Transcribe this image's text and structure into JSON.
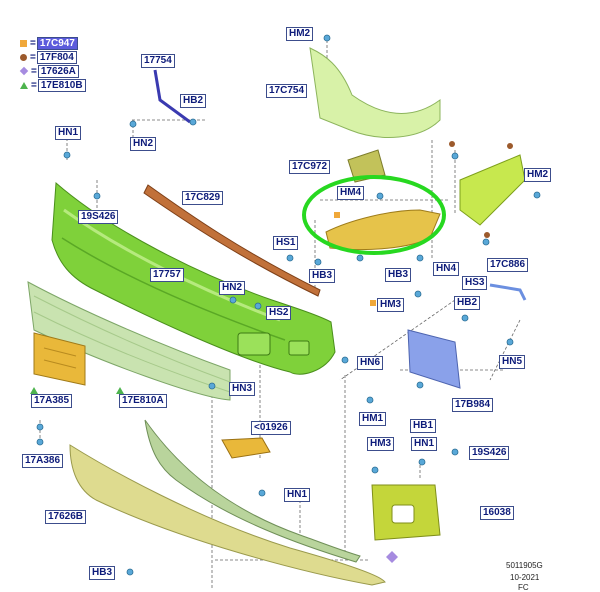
{
  "legend": [
    {
      "symbol": "square",
      "color": "#f0a83a",
      "label": "17C947",
      "selected": true
    },
    {
      "symbol": "circle",
      "color": "#9c5a2c",
      "label": "17F804",
      "selected": false
    },
    {
      "symbol": "diamond",
      "color": "#a68be0",
      "label": "17626A",
      "selected": false
    },
    {
      "symbol": "triangle",
      "color": "#4db34d",
      "label": "17E810B",
      "selected": false
    }
  ],
  "callouts": {
    "hm2_top": "HM2",
    "c17754": "17754",
    "hb2_left": "HB2",
    "hn2_left": "HN2",
    "c17c754": "17C754",
    "hn1_left": "HN1",
    "c19s426_left": "19S426",
    "c17c829": "17C829",
    "c17c972": "17C972",
    "hm2_right": "HM2",
    "hm4_top": "HM4",
    "hs1": "HS1",
    "hb3_mid": "HB3",
    "c17757": "17757",
    "hb3_center": "HB3",
    "hn4": "HN4",
    "hs3": "HS3",
    "c17c886": "17C886",
    "hn2_mid": "HN2",
    "hs2": "HS2",
    "hm3_mid": "HM3",
    "hb2_right": "HB2",
    "hn6": "HN6",
    "hn5": "HN5",
    "c17a385": "17A385",
    "c17e810a": "17E810A",
    "hn3": "HN3",
    "hm1": "HM1",
    "c17b984": "17B984",
    "hb1": "HB1",
    "c01926": "<01926",
    "c17a386": "17A386",
    "hm3_low": "HM3",
    "hn1_low": "HN1",
    "c19s426_right": "19S426",
    "hn1_center": "HN1",
    "c17626b": "17626B",
    "c16038": "16038",
    "hb3_low": "HB3"
  },
  "footer": {
    "code": "5011905G",
    "date": "10-2021",
    "tag": "FC"
  },
  "colors": {
    "bumper": "#7fd13a",
    "grille": "#c9e3b0",
    "bracket_left": "#c1713a",
    "plate": "#e9b83a",
    "highlight": "#27d820",
    "bracket_blue": "#8aa1ea",
    "callout_text": "#0d1b7a"
  }
}
